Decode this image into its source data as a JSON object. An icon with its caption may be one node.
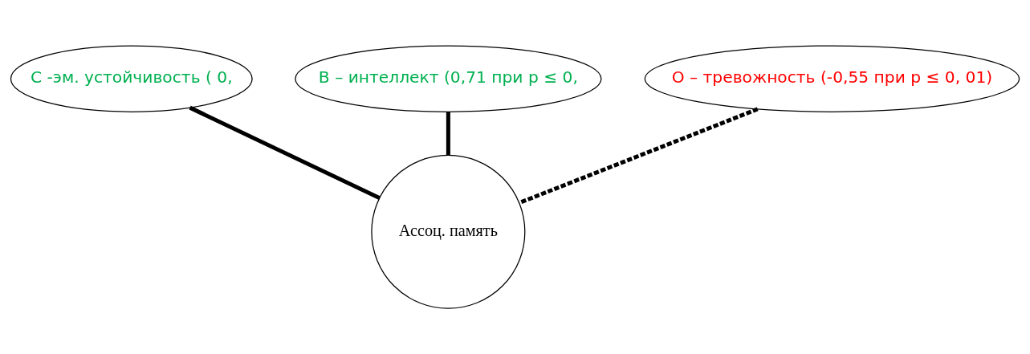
{
  "diagram": {
    "nodes": [
      {
        "text": [
          "В – интеллект (0,71 при р ≤ 0,"
        ]
      },
      {
        "text": [
          "С -эм. устойчивость ( 0,"
        ]
      },
      {
        "text": [
          "О – тревожность (-0,55 при р ≤ 0, 01)"
        ]
      },
      {
        "text": [
          "Ассоц. память"
        ]
      }
    ],
    "edges": [
      {
        "from": 0,
        "to": 3,
        "arrow": "none"
      },
      {
        "from": 1,
        "to": 3,
        "arrow": "none"
      },
      {
        "from": 2,
        "to": 3,
        "arrow": "none",
        "style": "dashed"
      }
    ]
  }
}
